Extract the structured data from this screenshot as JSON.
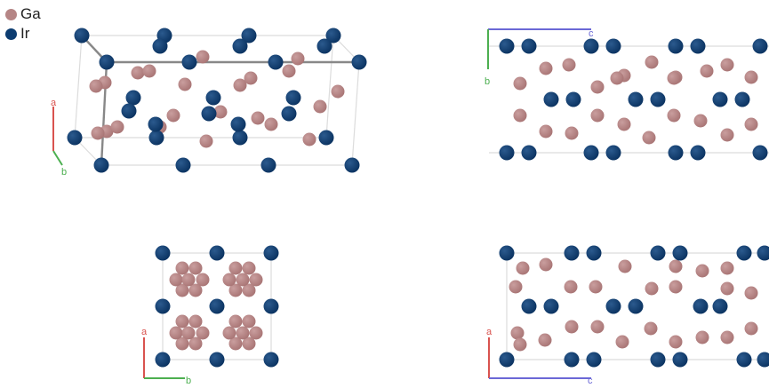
{
  "legend": [
    {
      "label": "Ga",
      "color": "#b58585"
    },
    {
      "label": "Ir",
      "color": "#0c3c70"
    }
  ],
  "colors": {
    "ga": "#b58585",
    "ir": "#0c3c70",
    "cell": "#d4d4d4",
    "axis_a": "#d9534f",
    "axis_b": "#4caf50",
    "axis_c": "#6b68d6"
  },
  "axis_labels": {
    "a": "a",
    "b": "b",
    "c": "c"
  }
}
